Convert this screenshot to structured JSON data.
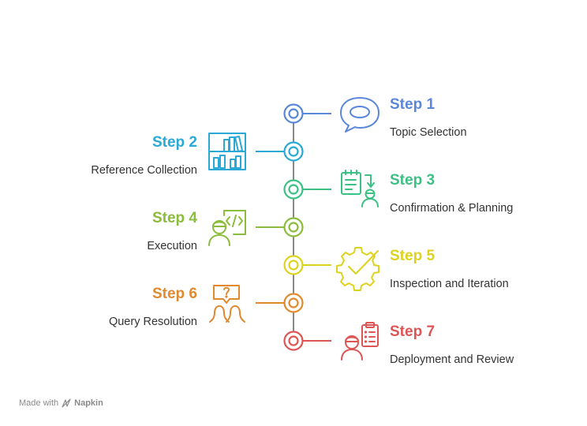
{
  "colors": {
    "spine": "#888888",
    "step1": "#5b87d9",
    "step2": "#2aa8d6",
    "step3": "#3cc184",
    "step4": "#8cbc3c",
    "step5": "#ddd31e",
    "step6": "#e08a30",
    "step7": "#dd5555",
    "description": "#333333"
  },
  "steps": [
    {
      "title": "Step 1",
      "description": "Topic Selection",
      "icon": "speech-bubble-icon"
    },
    {
      "title": "Step 2",
      "description": "Reference Collection",
      "icon": "bookshelf-icon"
    },
    {
      "title": "Step 3",
      "description": "Confirmation & Planning",
      "icon": "checklist-person-icon"
    },
    {
      "title": "Step 4",
      "description": "Execution",
      "icon": "developer-code-icon"
    },
    {
      "title": "Step 5",
      "description": "Inspection and Iteration",
      "icon": "gear-check-icon"
    },
    {
      "title": "Step 6",
      "description": "Query Resolution",
      "icon": "people-question-icon"
    },
    {
      "title": "Step 7",
      "description": "Deployment and Review",
      "icon": "worker-clipboard-icon"
    }
  ],
  "footer": {
    "prefix": "Made with",
    "brand": "Napkin"
  }
}
